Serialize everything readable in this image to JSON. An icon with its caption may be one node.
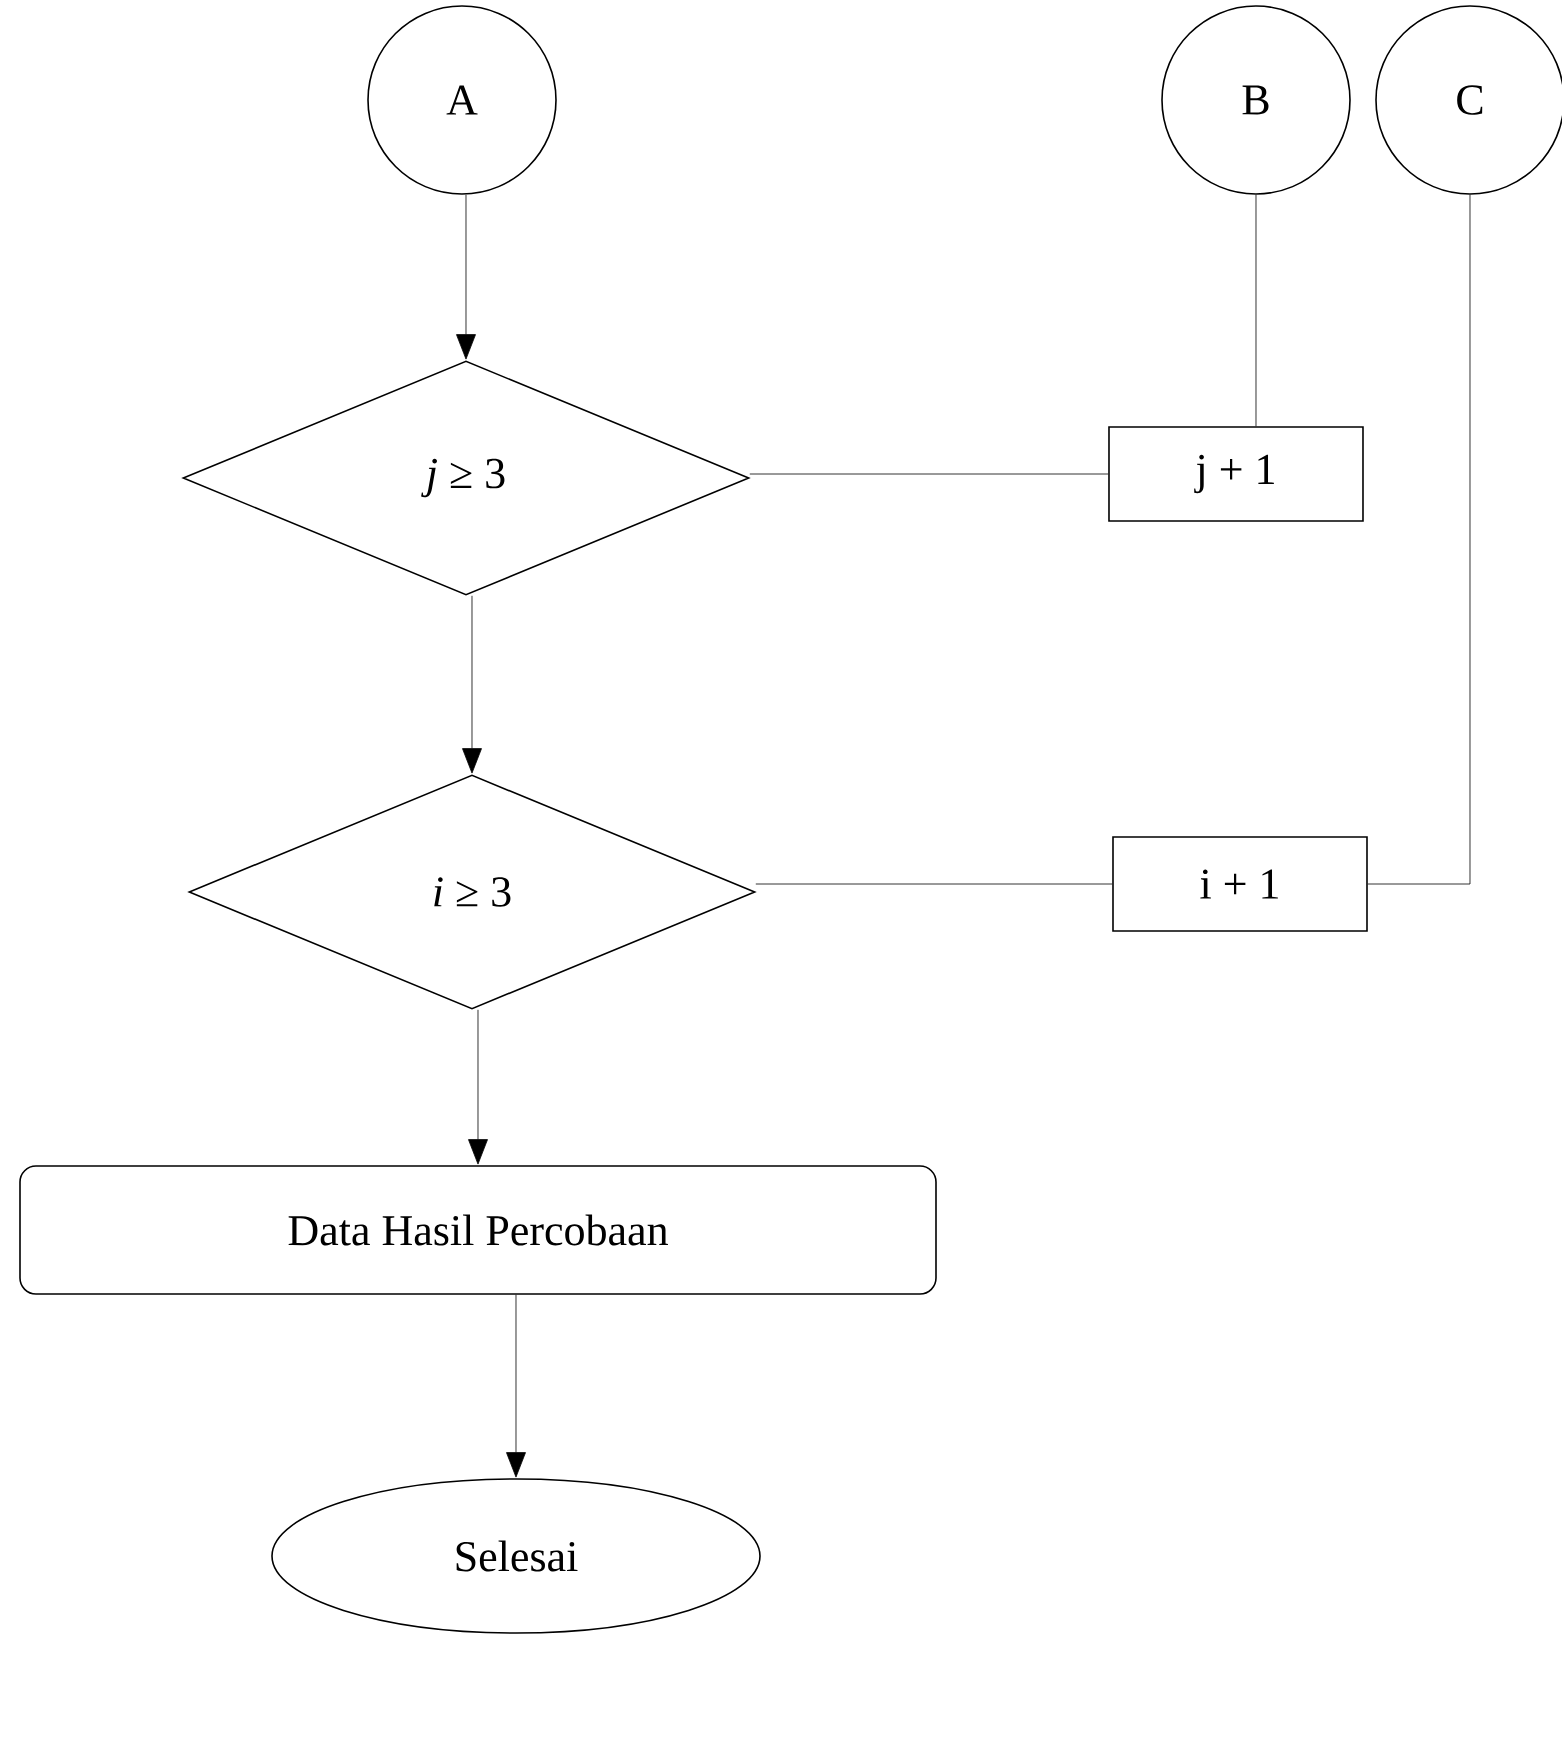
{
  "diagram": {
    "nodes": [
      {
        "text": [
          "A"
        ]
      },
      {
        "text": [
          "B"
        ]
      },
      {
        "text": [
          "C"
        ]
      },
      {
        "text": [
          "*j* ≥ 3"
        ]
      },
      {
        "text": [
          "j + 1"
        ]
      },
      {
        "text": [
          "*i* ≥ 3"
        ]
      },
      {
        "text": [
          "i + 1"
        ]
      },
      {
        "text": [
          "Data Hasil Percobaan"
        ]
      },
      {
        "text": [
          "Selesai"
        ]
      }
    ],
    "edges": [
      {
        "from": 0,
        "to": 3,
        "arrow": "to"
      },
      {
        "from": 1,
        "to": 4,
        "arrow": "none"
      },
      {
        "from": 4,
        "to": 3,
        "arrow": "none"
      },
      {
        "from": 3,
        "to": 5,
        "arrow": "to"
      },
      {
        "from": 2,
        "to": 6,
        "arrow": "none"
      },
      {
        "from": 6,
        "to": 5,
        "arrow": "none"
      },
      {
        "from": 5,
        "to": 7,
        "arrow": "to"
      },
      {
        "from": 7,
        "to": 8,
        "arrow": "to"
      }
    ]
  }
}
